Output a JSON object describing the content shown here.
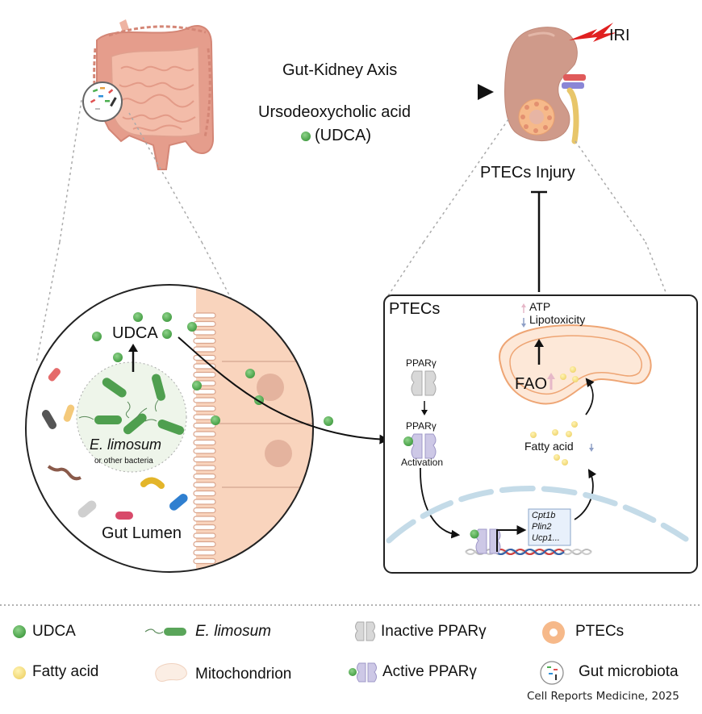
{
  "title": "UDCA gut-kidney axis graphical abstract",
  "top": {
    "axis_label": "Gut-Kidney Axis",
    "compound_label": "Ursodeoxycholic acid",
    "compound_abbr": "(UDCA)",
    "injury_label": "IRI",
    "ptecs_injury_label": "PTECs Injury"
  },
  "gut_panel": {
    "udca_label": "UDCA",
    "bacteria_label": "E. limosum",
    "bacteria_sub": "or other bacteria",
    "lumen_label": "Gut Lumen"
  },
  "ptec_panel": {
    "title": "PTECs",
    "atp_label": "ATP",
    "lipotox_label": "Lipotoxicity",
    "fao_label": "FAO",
    "ppar_inactive_label": "PPARγ",
    "ppar_active_label": "PPARγ",
    "activation_label": "Activation",
    "fatty_acid_label": "Fatty acid",
    "genes": [
      "Cpt1b",
      "Plin2",
      "Ucp1..."
    ]
  },
  "legend": {
    "items": [
      {
        "icon": "udca-dot-icon",
        "label": "UDCA",
        "italic": false
      },
      {
        "icon": "e-limosum-icon",
        "label": "E. limosum",
        "italic": true
      },
      {
        "icon": "inactive-ppar-icon",
        "label": "Inactive PPARγ",
        "italic": false
      },
      {
        "icon": "ptecs-icon",
        "label": "PTECs",
        "italic": false
      },
      {
        "icon": "fatty-acid-dot-icon",
        "label": "Fatty acid",
        "italic": false
      },
      {
        "icon": "mitochondrion-icon",
        "label": "Mitochondrion",
        "italic": false
      },
      {
        "icon": "active-ppar-icon",
        "label": "Active PPARγ",
        "italic": false
      },
      {
        "icon": "gut-microbiota-icon",
        "label": "Gut microbiota",
        "italic": false
      }
    ]
  },
  "credit": "Cell Reports Medicine, 2025",
  "colors": {
    "udca_green": "#5cb85c",
    "fatty_acid_yellow": "#f5e07a",
    "gut_pink": "#e8a595",
    "kidney": "#cf9a8a",
    "mito_orange": "#f0b890",
    "ppar_inactive": "#d6d6d6",
    "ppar_active": "#c8c3e2",
    "injury_red": "#e02020"
  }
}
